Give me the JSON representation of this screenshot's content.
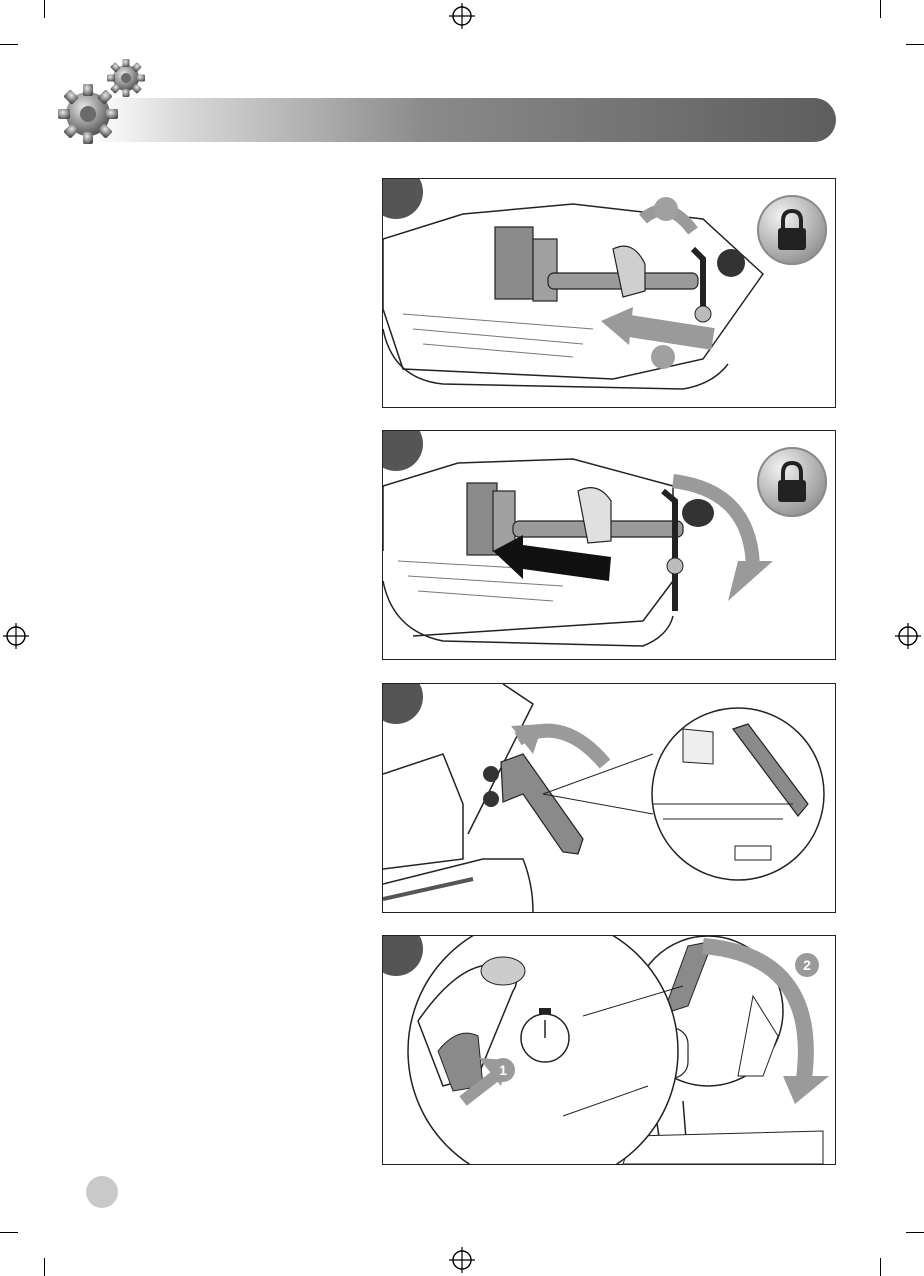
{
  "panels": [
    {
      "id": "panel-1",
      "icons": [
        "lock-icon",
        "curved-arrow",
        "straight-arrow"
      ]
    },
    {
      "id": "panel-2",
      "icons": [
        "lock-icon",
        "curved-arrow",
        "straight-arrow"
      ]
    },
    {
      "id": "panel-3",
      "icons": [
        "curved-arrow",
        "magnifier-inset"
      ]
    },
    {
      "id": "panel-4",
      "labels": {
        "one": "1",
        "two": "2"
      },
      "icons": [
        "stopwatch-icon",
        "curved-arrow"
      ]
    }
  ],
  "colors": {
    "banner_dark": "#5d5d5d",
    "step_badge": "#555555",
    "arrow": "#9a9a9a"
  }
}
